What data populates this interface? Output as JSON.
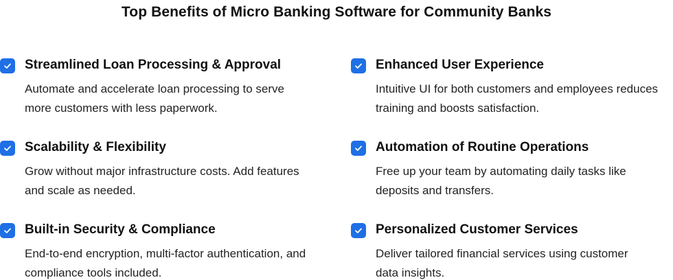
{
  "title": "Top Benefits of Micro Banking Software for Community Banks",
  "benefits": [
    {
      "title": "Streamlined Loan Processing & Approval",
      "description": "Automate and accelerate loan processing to serve more customers with less paperwork."
    },
    {
      "title": "Enhanced User Experience",
      "description": "Intuitive UI for both customers and employees reduces training and boosts satisfaction."
    },
    {
      "title": "Scalability & Flexibility",
      "description": "Grow without major infrastructure costs. Add features and scale as needed."
    },
    {
      "title": "Automation of Routine Operations",
      "description": "Free up your team by automating daily tasks like deposits and transfers."
    },
    {
      "title": "Built-in Security & Compliance",
      "description": "End-to-end encryption, multi-factor authentication, and compliance tools included."
    },
    {
      "title": "Personalized Customer Services",
      "description": "Deliver tailored financial services using customer data insights."
    }
  ],
  "colors": {
    "accent": "#1f6fe5",
    "icon": "checkbox-checked-icon"
  }
}
